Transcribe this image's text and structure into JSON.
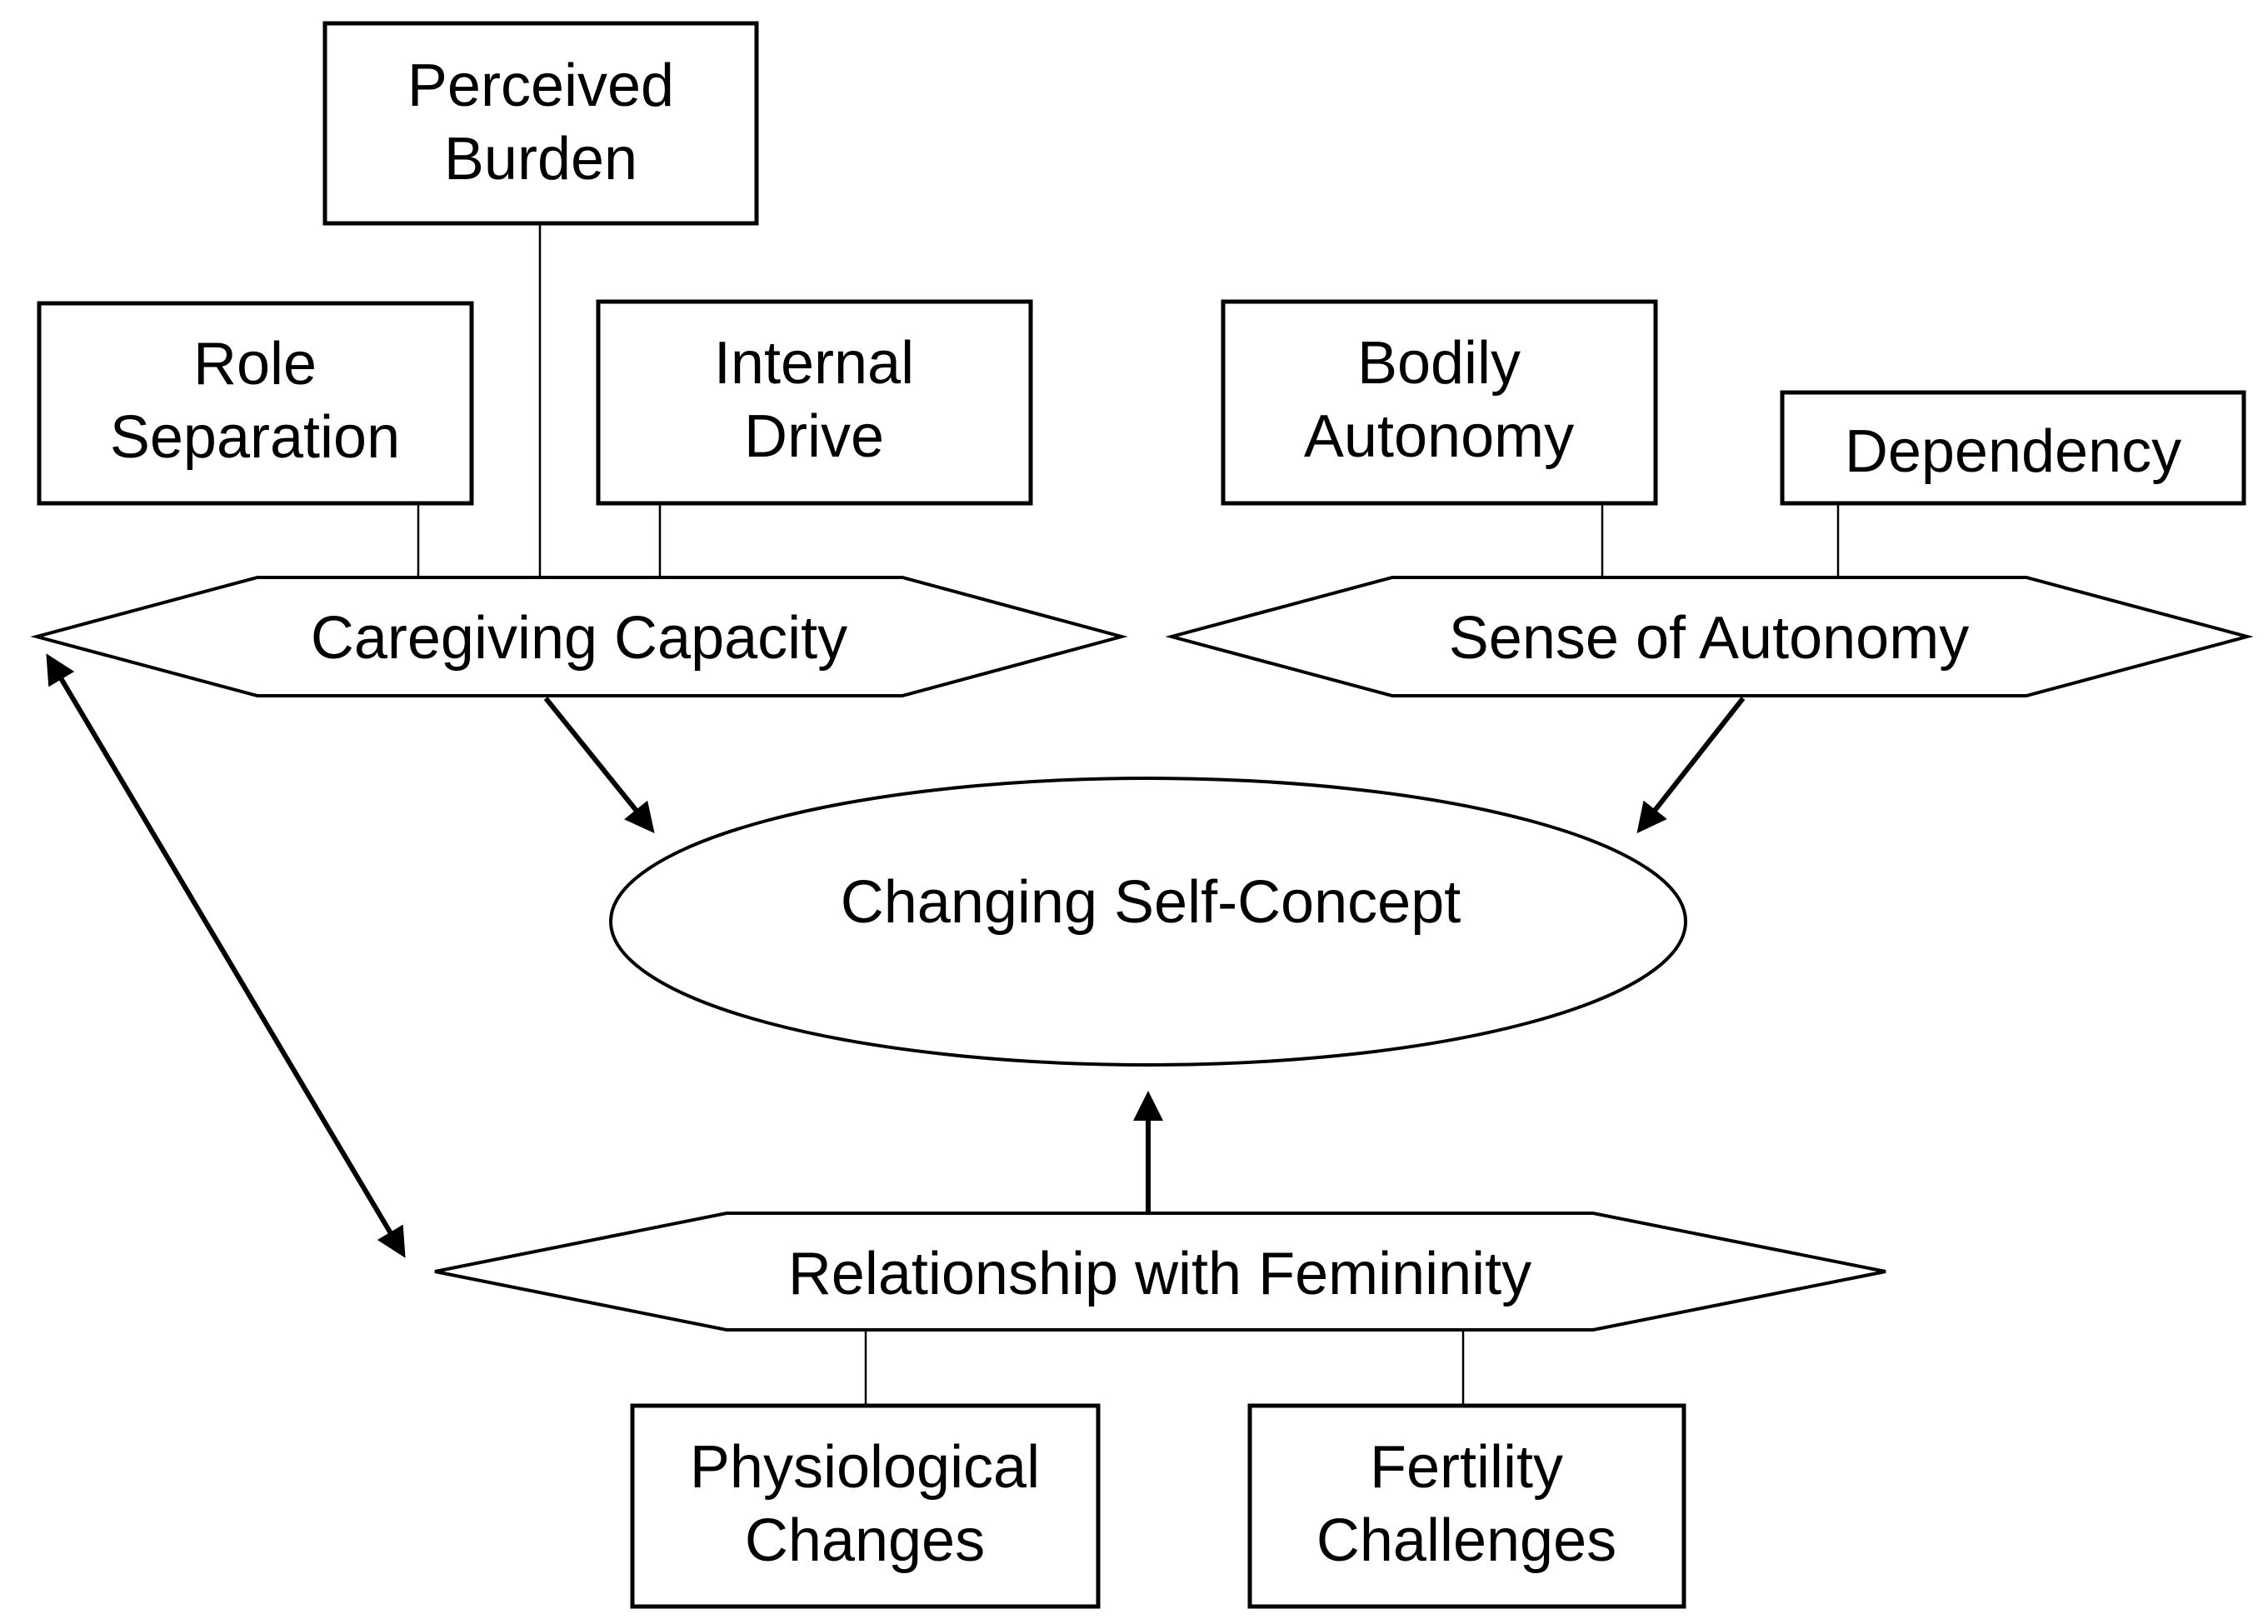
{
  "diagram": {
    "boxes": {
      "perceived_burden": [
        "Perceived",
        "Burden"
      ],
      "role_separation": [
        "Role",
        "Separation"
      ],
      "internal_drive": [
        "Internal",
        "Drive"
      ],
      "bodily_autonomy": [
        "Bodily",
        "Autonomy"
      ],
      "dependency": [
        "Dependency"
      ],
      "physiological_changes": [
        "Physiological",
        "Changes"
      ],
      "fertility_challenges": [
        "Fertility",
        "Challenges"
      ]
    },
    "themes": {
      "caregiving_capacity": "Caregiving Capacity",
      "sense_of_autonomy": "Sense of Autonomy",
      "relationship_with_femininity": "Relationship with Femininity"
    },
    "core": "Changing Self-Concept"
  },
  "colors": {
    "stroke": "#000000",
    "background": "#ffffff"
  }
}
